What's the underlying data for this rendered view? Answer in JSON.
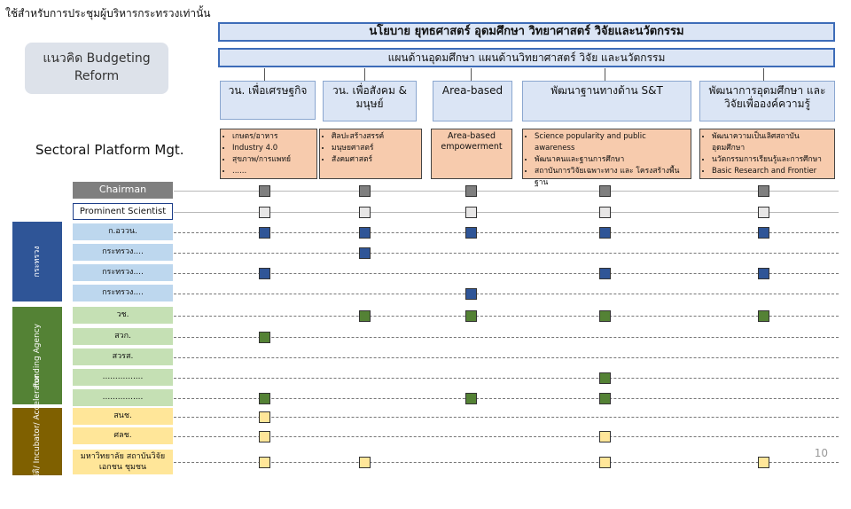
{
  "header_note": "ใช้สำหรับการประชุมผู้บริหารกระทรวงเท่านั้น",
  "banner_policy": "นโยบาย ยุทธศาสตร์ อุดมศึกษา วิทยาศาสตร์ วิจัยและนวัตกรรม",
  "banner_plan": "แผนด้านอุดมศึกษา แผนด้านวิทยาศาสตร์ วิจัย และนวัตกรรม",
  "concept_label": "แนวคิด Budgeting Reform",
  "sectoral_title": "Sectoral Platform Mgt.",
  "page_number": "10",
  "columns": [
    {
      "title": "วน. เพื่อเศรษฐกิจ",
      "items": [
        "เกษตร/อาหาร",
        "Industry 4.0",
        "สุขภาพ/การแพทย์",
        "......"
      ]
    },
    {
      "title": "วน. เพื่อสังคม & มนุษย์",
      "items": [
        "ศิลปะสร้างสรรค์",
        "มนุษยศาสตร์",
        "สังคมศาสตร์"
      ]
    },
    {
      "title": "Area-based",
      "items": [
        "Area-based empowerment"
      ]
    },
    {
      "title": "พัฒนาฐานทางด้าน S&T",
      "items": [
        "Science popularity and public awareness",
        "พัฒนาคนและฐานการศึกษา",
        "สถาบันการวิจัยเฉพาะทาง และ โครงสร้างพื้นฐาน"
      ]
    },
    {
      "title": "พัฒนาการอุดมศึกษา และวิจัยเพื่อองค์ความรู้",
      "items": [
        "พัฒนาความเป็นเลิศสถาบันอุดมศึกษา",
        "นวัตกรรมการเรียนรู้และการศึกษา",
        "Basic Research and Frontier"
      ]
    }
  ],
  "rows": [
    {
      "label": "Chairman",
      "type": "dark"
    },
    {
      "label": "Prominent Scientist",
      "type": "outline"
    },
    {
      "label": "ก.อววน.",
      "type": "blue"
    },
    {
      "label": "กระทรวง....",
      "type": "blue"
    },
    {
      "label": "กระทรวง....",
      "type": "blue"
    },
    {
      "label": "กระทรวง....",
      "type": "blue"
    },
    {
      "label": "วช.",
      "type": "green"
    },
    {
      "label": "สวก.",
      "type": "green"
    },
    {
      "label": "สวรส.",
      "type": "green"
    },
    {
      "label": "................",
      "type": "green"
    },
    {
      "label": "................",
      "type": "green"
    },
    {
      "label": "สนช.",
      "type": "yellow"
    },
    {
      "label": "ศลช.",
      "type": "yellow"
    },
    {
      "label": "มหาวิทยาลัย สถาบันวิจัย เอกชน ชุมชน",
      "type": "yellow"
    }
  ],
  "groups": [
    {
      "label": "กระทรวง",
      "color": "#2f5597"
    },
    {
      "label": "Funding Agency",
      "color": "#548235"
    },
    {
      "label": "หน่วยปฏิบัติ/ Incubator/ Accelerator",
      "color": "#7f6000"
    }
  ],
  "colors": {
    "dark": "#7f7f7f",
    "outline": "#e7e6e6",
    "blue": "#2f5597",
    "green": "#548235",
    "yellow": "#ffe699"
  },
  "matrix": [
    [
      1,
      1,
      1,
      1,
      1
    ],
    [
      1,
      1,
      1,
      1,
      1
    ],
    [
      1,
      1,
      1,
      1,
      1
    ],
    [
      0,
      1,
      0,
      0,
      0
    ],
    [
      1,
      0,
      0,
      1,
      1
    ],
    [
      0,
      0,
      1,
      0,
      0
    ],
    [
      0,
      1,
      1,
      1,
      1
    ],
    [
      1,
      0,
      0,
      0,
      0
    ],
    [
      0,
      0,
      0,
      0,
      0
    ],
    [
      0,
      0,
      0,
      1,
      0
    ],
    [
      1,
      0,
      1,
      1,
      0
    ],
    [
      1,
      0,
      0,
      0,
      0
    ],
    [
      1,
      0,
      0,
      1,
      0
    ],
    [
      1,
      1,
      0,
      1,
      1
    ]
  ]
}
